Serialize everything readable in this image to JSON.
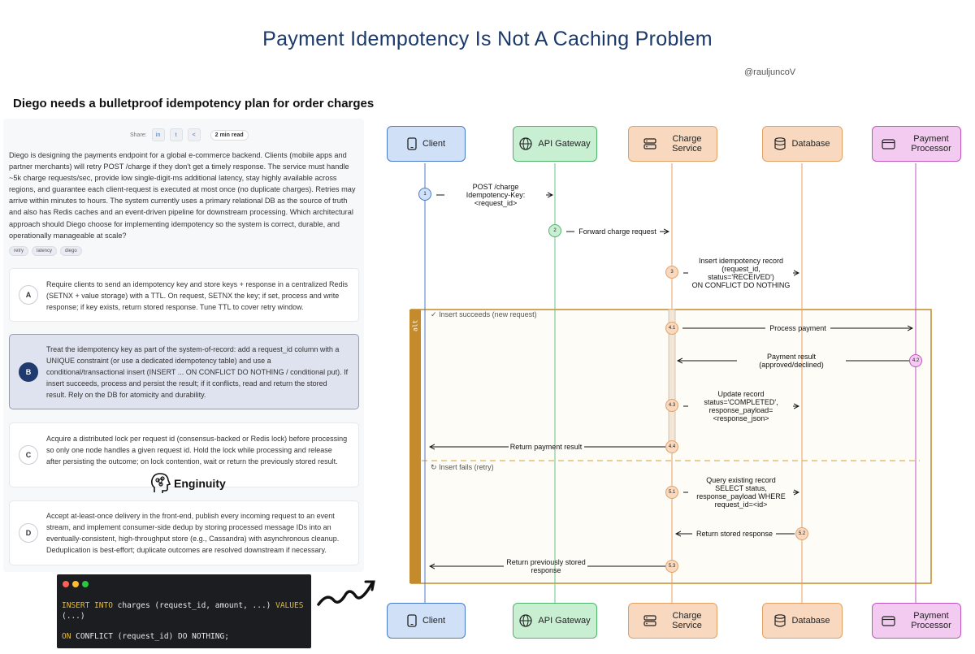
{
  "title": "Payment Idempotency Is Not A Caching Problem",
  "handle": "@rauljuncoV",
  "question": {
    "title": "Diego needs a bulletproof idempotency plan for order charges",
    "share_label": "Share:",
    "read_time": "2 min read",
    "description": "Diego is designing the payments endpoint for a global e-commerce backend. Clients (mobile apps and partner merchants) will retry POST /charge if they don't get a timely response. The service must handle ~5k charge requests/sec, provide low single-digit-ms additional latency, stay highly available across regions, and guarantee each client-request is executed at most once (no duplicate charges). Retries may arrive within minutes to hours. The system currently uses a primary relational DB as the source of truth and also has Redis caches and an event-driven pipeline for downstream processing. Which architectural approach should Diego choose for implementing idempotency so the system is correct, durable, and operationally manageable at scale?",
    "tags": [
      "retry",
      "latency",
      "diego"
    ],
    "options": [
      {
        "letter": "A",
        "text": "Require clients to send an idempotency key and store keys + response in a centralized Redis (SETNX + value storage) with a TTL. On request, SETNX the key; if set, process and write response; if key exists, return stored response. Tune TTL to cover retry window."
      },
      {
        "letter": "B",
        "text": "Treat the idempotency key as part of the system-of-record: add a request_id column with a UNIQUE constraint (or use a dedicated idempotency table) and use a conditional/transactional insert (INSERT ... ON CONFLICT DO NOTHING / conditional put). If insert succeeds, process and persist the result; if it conflicts, read and return the stored result. Rely on the DB for atomicity and durability."
      },
      {
        "letter": "C",
        "text": "Acquire a distributed lock per request id (consensus-backed or Redis lock) before processing so only one node handles a given request id. Hold the lock while processing and release after persisting the outcome; on lock contention, wait or return the previously stored result."
      },
      {
        "letter": "D",
        "text": "Accept at-least-once delivery in the front-end, publish every incoming request to an event stream, and implement consumer-side dedup by storing processed message IDs into an eventually-consistent, high-throughput store (e.g., Cassandra) with asynchronous cleanup. Deduplication is best-effort; duplicate outcomes are resolved downstream if necessary."
      }
    ]
  },
  "brand": "Enginuity",
  "code": {
    "line1_kw1": "INSERT INTO",
    "line1_mid": " charges (request_id, amount, ...) ",
    "line1_kw2": "VALUES",
    "line2": "(...)",
    "line3_kw": "ON",
    "line3_rest": " CONFLICT (request_id) DO NOTHING;"
  },
  "actors": [
    {
      "name": "Client",
      "icon": "phone-icon",
      "fill": "#cfe0f7",
      "stroke": "#4a7bc8",
      "line": "#4a7bc8"
    },
    {
      "name": "API Gateway",
      "icon": "globe-icon",
      "fill": "#c9efd3",
      "stroke": "#4fb36a",
      "line": "#6bc485"
    },
    {
      "name": "Charge\nService",
      "icon": "server-icon",
      "fill": "#f8d9bf",
      "stroke": "#e4a063",
      "line": "#e4a063"
    },
    {
      "name": "Database",
      "icon": "database-icon",
      "fill": "#f8d9bf",
      "stroke": "#e4a063",
      "line": "#e4a063"
    },
    {
      "name": "Payment\nProcessor",
      "icon": "card-icon",
      "fill": "#f3cbf0",
      "stroke": "#c055c0",
      "line": "#c055c0"
    }
  ],
  "alt": {
    "word": "alt",
    "success_label": "Insert succeeds (new request)",
    "fail_label": "Insert fails (retry)",
    "color": "#c48a2c"
  },
  "messages": [
    {
      "num": "1",
      "text": "POST /charge\nIdempotency-Key:\n<request_id>"
    },
    {
      "num": "2",
      "text": "Forward charge request"
    },
    {
      "num": "3",
      "text": "Insert idempotency record\n(request_id,\nstatus='RECEIVED')\nON CONFLICT DO NOTHING"
    },
    {
      "num": "4.1",
      "text": "Process payment"
    },
    {
      "num": "4.2",
      "text": "Payment result\n(approved/declined)"
    },
    {
      "num": "4.3",
      "text": "Update record\nstatus='COMPLETED',\nresponse_payload=\n<response_json>"
    },
    {
      "num": "4.4",
      "text": "Return payment result"
    },
    {
      "num": "5.1",
      "text": "Query existing record\nSELECT status,\nresponse_payload WHERE\nrequest_id=<id>"
    },
    {
      "num": "5.2",
      "text": "Return stored response"
    },
    {
      "num": "5.3",
      "text": "Return previously stored\nresponse"
    }
  ]
}
